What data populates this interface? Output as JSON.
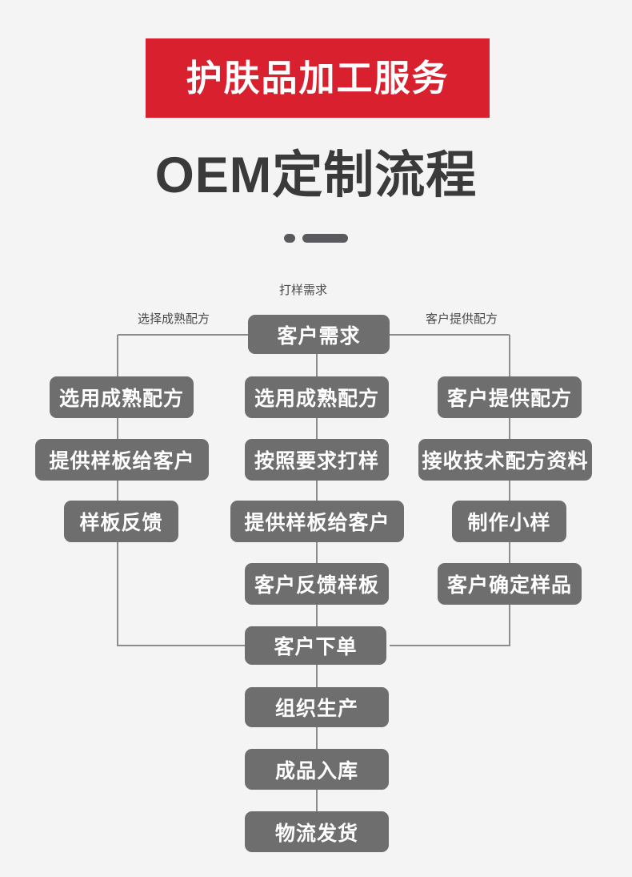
{
  "header": {
    "banner_text": "护肤品加工服务",
    "banner_color": "#d8202f",
    "title": "OEM定制流程",
    "title_color": "#3a3a3a",
    "divider": {
      "dot": "",
      "bar": ""
    }
  },
  "flowchart": {
    "type": "flowchart",
    "background_color": "#f4f4f4",
    "node_color": "#6e6e6e",
    "node_text_color": "#ffffff",
    "connector_color": "#8c8c8c",
    "root": {
      "label": "客户需求"
    },
    "edge_labels": {
      "top": "打样需求",
      "left": "选择成熟配方",
      "right": "客户提供配方"
    },
    "columns": [
      {
        "name": "left-branch",
        "nodes": [
          {
            "label": "选用成熟配方"
          },
          {
            "label": "提供样板给客户"
          },
          {
            "label": "样板反馈"
          }
        ]
      },
      {
        "name": "center-branch",
        "nodes": [
          {
            "label": "选用成熟配方"
          },
          {
            "label": "按照要求打样"
          },
          {
            "label": "提供样板给客户"
          },
          {
            "label": "客户反馈样板"
          }
        ]
      },
      {
        "name": "right-branch",
        "nodes": [
          {
            "label": "客户提供配方"
          },
          {
            "label": "接收技术配方资料"
          },
          {
            "label": "制作小样"
          },
          {
            "label": "客户确定样品"
          }
        ]
      }
    ],
    "trunk": [
      {
        "label": "客户下单"
      },
      {
        "label": "组织生产"
      },
      {
        "label": "成品入库"
      },
      {
        "label": "物流发货"
      }
    ]
  }
}
